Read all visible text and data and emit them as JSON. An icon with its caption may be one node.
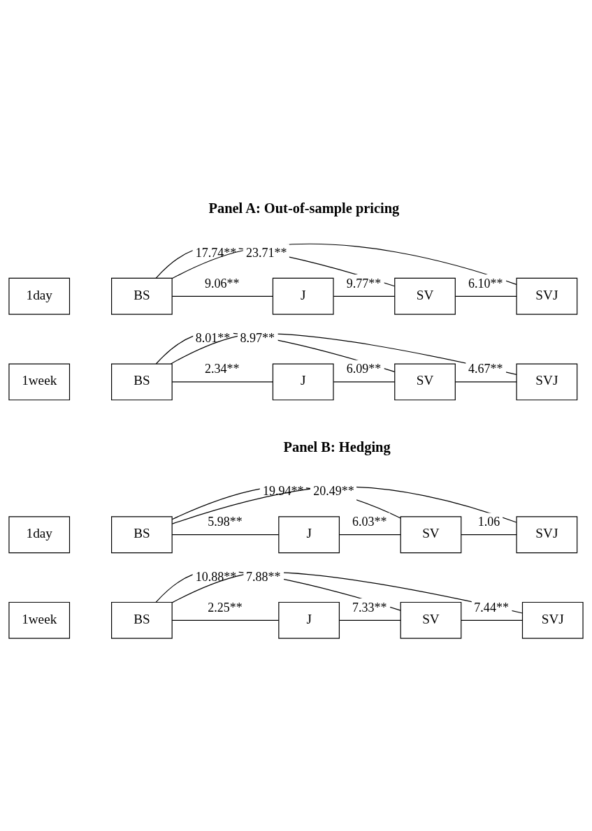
{
  "diagram": {
    "nodes": [
      {
        "text": [
          "1day"
        ]
      },
      {
        "text": [
          "BS"
        ]
      },
      {
        "text": [
          "J"
        ]
      },
      {
        "text": [
          "SV"
        ]
      },
      {
        "text": [
          "SVJ"
        ]
      },
      {
        "text": [
          "1week"
        ]
      },
      {
        "text": [
          "BS"
        ]
      },
      {
        "text": [
          "J"
        ]
      },
      {
        "text": [
          "SV"
        ]
      },
      {
        "text": [
          "SVJ"
        ]
      },
      {
        "text": [
          "1day"
        ]
      },
      {
        "text": [
          "BS"
        ]
      },
      {
        "text": [
          "J"
        ]
      },
      {
        "text": [
          "SV"
        ]
      },
      {
        "text": [
          "SVJ"
        ]
      },
      {
        "text": [
          "1week"
        ]
      },
      {
        "text": [
          "BS"
        ]
      },
      {
        "text": [
          "J"
        ]
      },
      {
        "text": [
          "SV"
        ]
      },
      {
        "text": [
          "SVJ"
        ]
      }
    ],
    "edges": [
      {
        "from": 1,
        "to": 2,
        "arrow": "none",
        "label": "9.06**"
      },
      {
        "from": 2,
        "to": 3,
        "arrow": "none",
        "label": "9.77**"
      },
      {
        "from": 3,
        "to": 4,
        "arrow": "none",
        "label": "6.10**"
      },
      {
        "from": 1,
        "to": 3,
        "arrow": "none",
        "label": "17.74**"
      },
      {
        "from": 1,
        "to": 4,
        "arrow": "none",
        "label": "23.71**"
      },
      {
        "from": 6,
        "to": 7,
        "arrow": "none",
        "label": "2.34**"
      },
      {
        "from": 7,
        "to": 8,
        "arrow": "none",
        "label": "6.09**"
      },
      {
        "from": 8,
        "to": 9,
        "arrow": "none",
        "label": "4.67**"
      },
      {
        "from": 6,
        "to": 8,
        "arrow": "none",
        "label": "8.01**"
      },
      {
        "from": 6,
        "to": 9,
        "arrow": "none",
        "label": "8.97**"
      },
      {
        "from": 11,
        "to": 12,
        "arrow": "none",
        "label": "5.98**"
      },
      {
        "from": 12,
        "to": 13,
        "arrow": "none",
        "label": "6.03**"
      },
      {
        "from": 13,
        "to": 14,
        "arrow": "none",
        "label": "1.06"
      },
      {
        "from": 11,
        "to": 13,
        "arrow": "none",
        "label": "19.94**"
      },
      {
        "from": 11,
        "to": 14,
        "arrow": "none",
        "label": "20.49**"
      },
      {
        "from": 16,
        "to": 17,
        "arrow": "none",
        "label": "2.25**"
      },
      {
        "from": 17,
        "to": 18,
        "arrow": "none",
        "label": "7.33**"
      },
      {
        "from": 18,
        "to": 19,
        "arrow": "none",
        "label": "7.44**"
      },
      {
        "from": 16,
        "to": 18,
        "arrow": "none",
        "label": "10.88**"
      },
      {
        "from": 16,
        "to": 19,
        "arrow": "none",
        "label": "7.88**"
      }
    ],
    "labels": [
      "Panel A: Out-of-sample pricing",
      "Panel B: Hedging"
    ]
  }
}
